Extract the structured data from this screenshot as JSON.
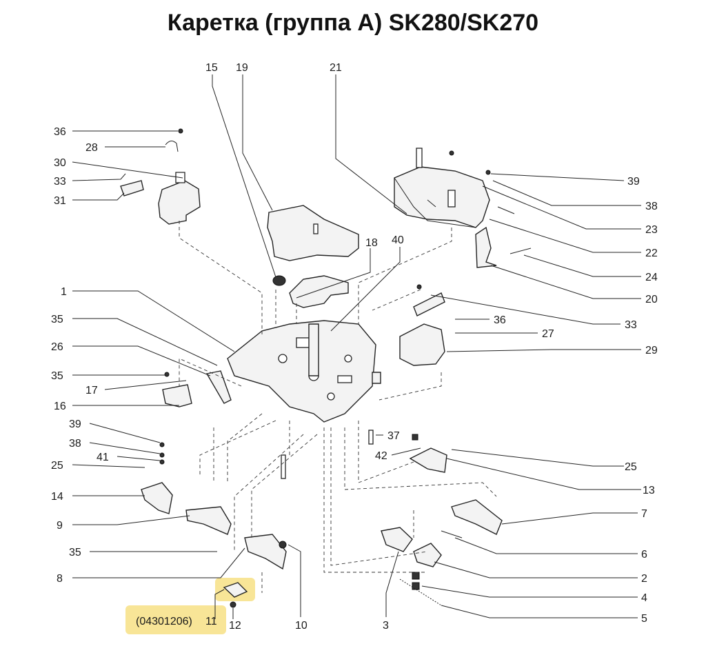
{
  "title": "Каретка (группа А) SK280/SK270",
  "highlight": {
    "code": "(04301206)",
    "part": "11"
  },
  "callouts": {
    "c15": "15",
    "c19": "19",
    "c21": "21",
    "c36a": "36",
    "c28": "28",
    "c30": "30",
    "c33a": "33",
    "c31": "31",
    "c39a": "39",
    "c38a": "38",
    "c23": "23",
    "c22": "22",
    "c24": "24",
    "c20": "20",
    "c33b": "33",
    "c18": "18",
    "c40": "40",
    "c1": "1",
    "c36b": "36",
    "c27": "27",
    "c29": "29",
    "c35a": "35",
    "c26": "26",
    "c35b": "35",
    "c17": "17",
    "c16": "16",
    "c39b": "39",
    "c38b": "38",
    "c41": "41",
    "c25a": "25",
    "c14": "14",
    "c9": "9",
    "c35c": "35",
    "c8": "8",
    "c37": "37",
    "c42": "42",
    "c25b": "25",
    "c13": "13",
    "c7": "7",
    "c6": "6",
    "c2": "2",
    "c4": "4",
    "c5": "5",
    "c3": "3",
    "c10": "10",
    "c12": "12"
  },
  "colors": {
    "highlight": "#f8e597",
    "ink": "#1a1a1a"
  }
}
